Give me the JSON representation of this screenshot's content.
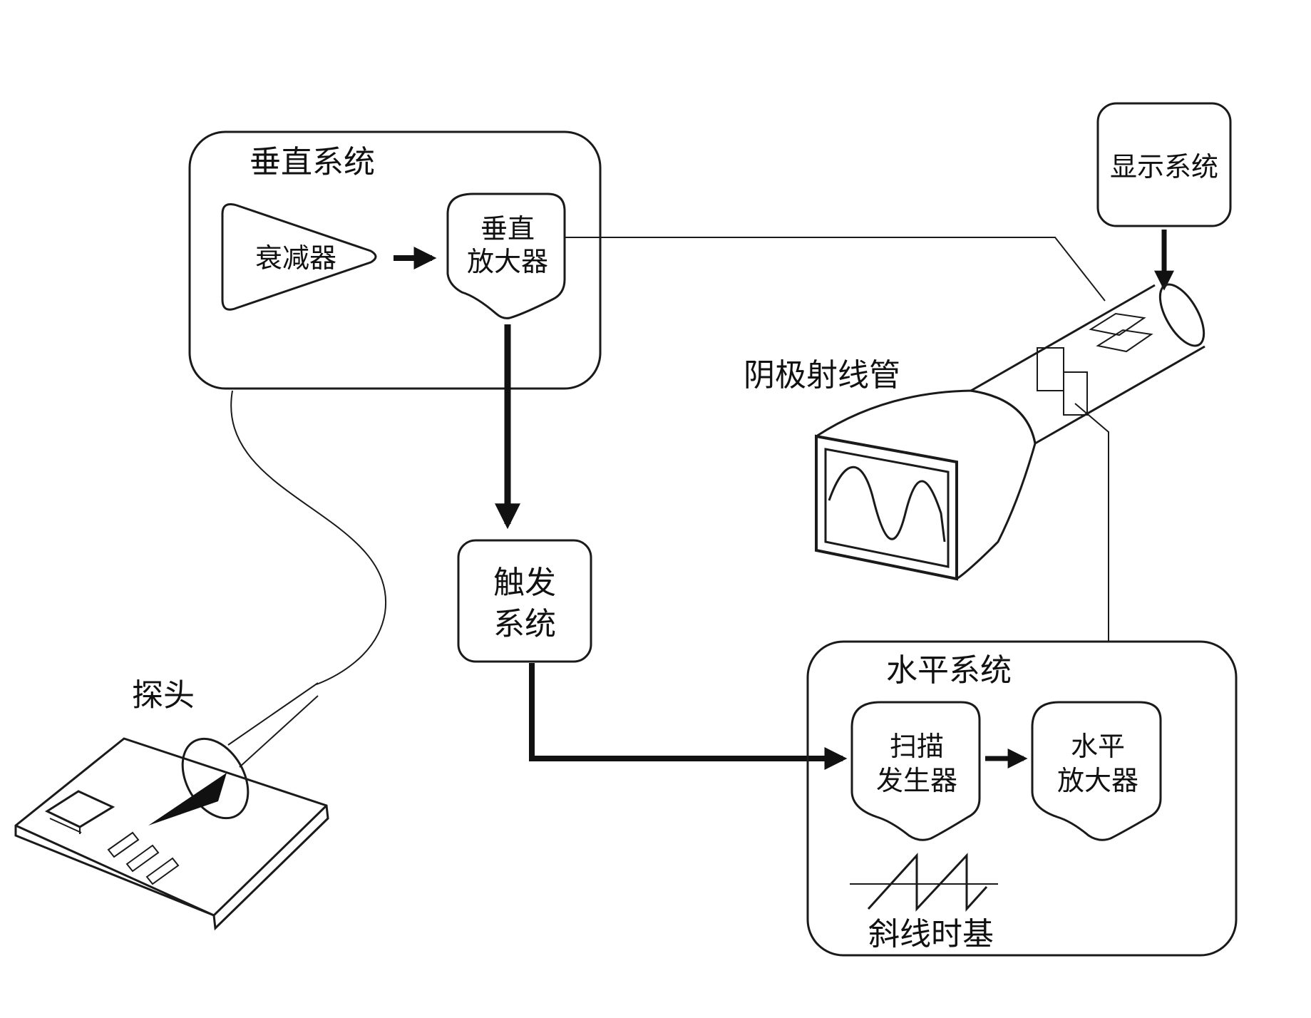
{
  "vertical_system": {
    "title": "垂直系统"
  },
  "attenuator": {
    "label": "衰减器"
  },
  "vertical_amplifier": {
    "line1": "垂直",
    "line2": "放大器"
  },
  "display_system": {
    "label": "显示系统"
  },
  "crt": {
    "label": "阴极射线管"
  },
  "trigger_system": {
    "line1": "触发",
    "line2": "系统"
  },
  "probe": {
    "label": "探头"
  },
  "horizontal_system": {
    "title": "水平系统"
  },
  "sweep_generator": {
    "line1": "扫描",
    "line2": "发生器"
  },
  "horizontal_amplifier": {
    "line1": "水平",
    "line2": "放大器"
  },
  "ramp_timebase": {
    "label": "斜线时基"
  },
  "colors": {
    "stroke": "#1a1a1a",
    "background": "#ffffff"
  }
}
